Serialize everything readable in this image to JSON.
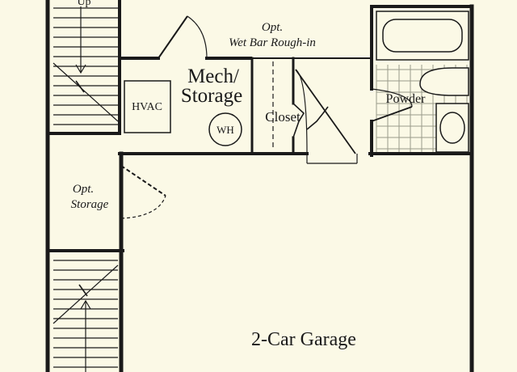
{
  "labels": {
    "up": "Up",
    "wet_bar_line1": "Opt.",
    "wet_bar_line2": "Wet Bar Rough-in",
    "mech_line1": "Mech/",
    "mech_line2": "Storage",
    "hvac": "HVAC",
    "water_heater": "WH",
    "closet": "Closet",
    "powder": "Powder",
    "opt_storage_line1": "Opt.",
    "opt_storage_line2": "Storage",
    "garage": "2-Car Garage"
  },
  "colors": {
    "background": "#fbf9e6",
    "wall": "#1a1a1a",
    "closet_text": "#1c2a55",
    "tile_grid": "#9a9a8a"
  }
}
